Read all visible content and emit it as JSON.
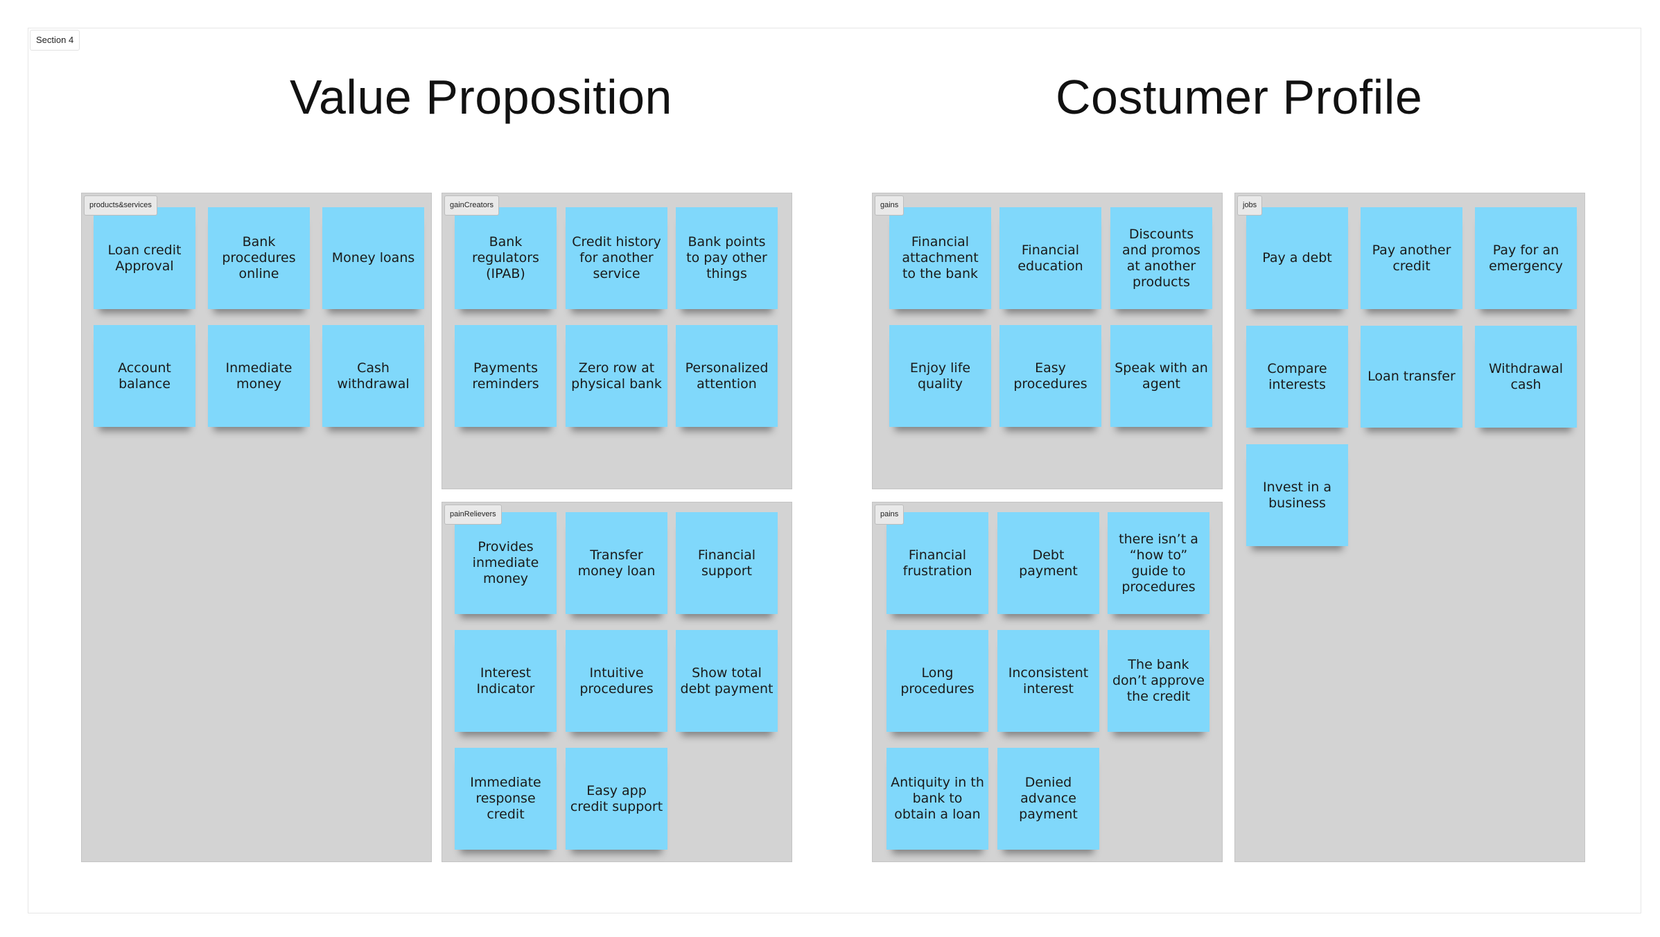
{
  "section": {
    "label": "Section 4"
  },
  "titles": {
    "value_proposition": "Value Proposition",
    "costumer_profile": "Costumer Profile"
  },
  "colors": {
    "sticky": "#80d8fb",
    "panel": "#d3d3d3",
    "background": "#ffffff"
  },
  "panels": {
    "products_services": {
      "label": "products&services",
      "notes": [
        "Loan credit Approval",
        "Bank procedures online",
        "Money loans",
        "Account balance",
        "Inmediate money",
        "Cash withdrawal"
      ]
    },
    "gain_creators": {
      "label": "gainCreators",
      "notes": [
        "Bank regulators (IPAB)",
        "Credit history for another service",
        "Bank points to pay other things",
        "Payments reminders",
        "Zero row at physical bank",
        "Personalized attention"
      ]
    },
    "pain_relievers": {
      "label": "painRelievers",
      "notes": [
        "Provides inmediate money",
        "Transfer money loan",
        "Financial support",
        "Interest Indicator",
        "Intuitive procedures",
        "Show total debt payment",
        "Immediate response credit",
        "Easy app credit support"
      ]
    },
    "gains": {
      "label": "gains",
      "notes": [
        "Financial attachment to the bank",
        "Financial education",
        "Discounts and promos at another products",
        "Enjoy life quality",
        "Easy procedures",
        "Speak with an agent"
      ]
    },
    "pains": {
      "label": "pains",
      "notes": [
        "Financial frustration",
        "Debt payment",
        "there isn’t a “how to” guide to procedures",
        "Long procedures",
        "Inconsistent interest",
        "The bank don’t approve the credit",
        "Antiquity in th bank to obtain a loan",
        "Denied advance payment"
      ]
    },
    "jobs": {
      "label": "jobs",
      "notes": [
        "Pay a debt",
        "Pay another credit",
        "Pay for an emergency",
        "Compare interests",
        "Loan transfer",
        "Withdrawal cash",
        "Invest in a business"
      ]
    }
  }
}
